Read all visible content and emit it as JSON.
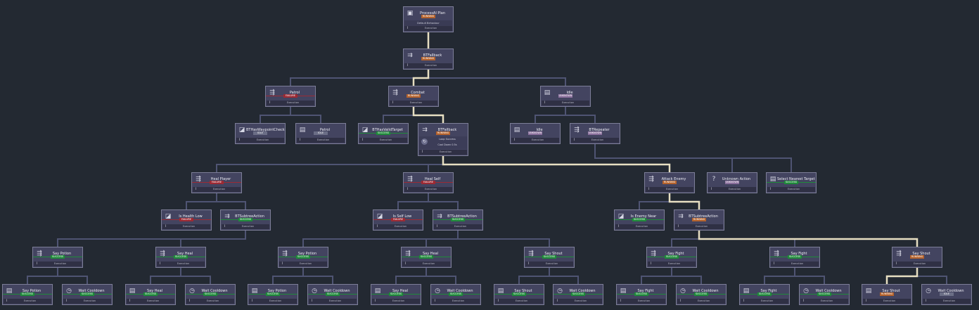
{
  "colors": {
    "background": "#232932",
    "wire": "#4f5473",
    "wire_active": "#e7dfc2",
    "node_fill": "#434460",
    "status_running": "#b4622c",
    "status_failure": "#9c2a34",
    "status_success": "#1f8a3a",
    "status_idle": "#6b6e86",
    "status_unknown": "#8a6f9c"
  },
  "root": {
    "title": "ProcessAI Plan",
    "status": "RUNNING",
    "line1": "Default Behaviour",
    "footer": "Execution"
  },
  "nodes": [
    {
      "key": "fallback_main",
      "icon": "fallback-icon",
      "title": "BTFallback",
      "status": "RUNNING",
      "state": "running",
      "footer": "Execution"
    },
    {
      "key": "patrol",
      "icon": "sequence-icon",
      "title": "Patrol",
      "status": "FAILURE",
      "state": "failure",
      "footer": "Execution"
    },
    {
      "key": "combat",
      "icon": "sequence-icon",
      "title": "Combat",
      "status": "RUNNING",
      "state": "running",
      "footer": "Execution"
    },
    {
      "key": "idle_branch",
      "icon": "action-icon",
      "title": "Idle",
      "status": "UNKNOWN",
      "state": "unknown",
      "footer": "Execution"
    },
    {
      "key": "has_waypoint",
      "icon": "condition-icon",
      "title": "BTHasWaypointCheck",
      "status": "IDLE",
      "state": "idle",
      "footer": "Execution"
    },
    {
      "key": "patrol_do",
      "icon": "action-icon",
      "title": "Patrol",
      "status": "IDLE",
      "state": "idle",
      "footer": "Execution"
    },
    {
      "key": "has_target",
      "icon": "condition-icon",
      "title": "BTHasValidTarget",
      "status": "SUCCESS",
      "state": "success",
      "footer": "Execution"
    },
    {
      "key": "fallback_combat",
      "icon": "fallback-icon",
      "title": "BTFallback",
      "status": "RUNNING",
      "state": "running",
      "footer": "Execution",
      "sub1": "Loop Success",
      "sub2": "Cool Down 0.5s"
    },
    {
      "key": "idle",
      "icon": "action-icon",
      "title": "Idle",
      "status": "UNKNOWN",
      "state": "unknown",
      "footer": "Execution"
    },
    {
      "key": "repeater",
      "icon": "sequence-icon",
      "title": "BTRepeater",
      "status": "UNKNOWN",
      "state": "unknown",
      "footer": "Execution"
    },
    {
      "key": "heal_player",
      "icon": "sequence-icon",
      "title": "Heal Player",
      "status": "FAILURE",
      "state": "failure",
      "footer": "Execution"
    },
    {
      "key": "heal_self",
      "icon": "sequence-icon",
      "title": "Heal Self",
      "status": "FAILURE",
      "state": "failure",
      "footer": "Execution"
    },
    {
      "key": "attack_enemy",
      "icon": "sequence-icon",
      "title": "Attack Enemy",
      "status": "RUNNING",
      "state": "running",
      "footer": "Execution"
    },
    {
      "key": "unknown_action",
      "icon": "question-icon",
      "title": "Unknown Action",
      "status": "UNKNOWN",
      "state": "unknown",
      "footer": "Execution"
    },
    {
      "key": "select_target",
      "icon": "action-icon",
      "title": "Select Nearest Target",
      "status": "SUCCESS",
      "state": "success",
      "footer": "Execution"
    },
    {
      "key": "is_health_low",
      "icon": "condition-icon",
      "title": "Is Health Low",
      "status": "FAILURE",
      "state": "failure",
      "footer": "Execution"
    },
    {
      "key": "sa_1",
      "icon": "fallback-icon",
      "title": "BTSubtreeAction",
      "status": "SUCCESS",
      "state": "success",
      "footer": "Execution"
    },
    {
      "key": "is_self_low",
      "icon": "condition-icon",
      "title": "Is Self Low",
      "status": "FAILURE",
      "state": "failure",
      "footer": "Execution"
    },
    {
      "key": "sa_2",
      "icon": "fallback-icon",
      "title": "BTSubtreeAction",
      "status": "SUCCESS",
      "state": "success",
      "footer": "Execution"
    },
    {
      "key": "is_enemy_near",
      "icon": "condition-icon",
      "title": "Is Enemy Near",
      "status": "SUCCESS",
      "state": "success",
      "footer": "Execution"
    },
    {
      "key": "sa_3",
      "icon": "fallback-icon",
      "title": "BTSubtreeAction",
      "status": "RUNNING",
      "state": "running",
      "footer": "Execution"
    },
    {
      "key": "s1a",
      "icon": "sequence-icon",
      "title": "Say Potion",
      "status": "SUCCESS",
      "state": "success",
      "footer": "Execution"
    },
    {
      "key": "s1b",
      "icon": "sequence-icon",
      "title": "Say Heal",
      "status": "SUCCESS",
      "state": "success",
      "footer": "Execution"
    },
    {
      "key": "s2a",
      "icon": "sequence-icon",
      "title": "Say Potion",
      "status": "SUCCESS",
      "state": "success",
      "footer": "Execution"
    },
    {
      "key": "s2b",
      "icon": "sequence-icon",
      "title": "Say Heal",
      "status": "SUCCESS",
      "state": "success",
      "footer": "Execution"
    },
    {
      "key": "s2c",
      "icon": "sequence-icon",
      "title": "Say Shout",
      "status": "SUCCESS",
      "state": "success",
      "footer": "Execution"
    },
    {
      "key": "s3a",
      "icon": "sequence-icon",
      "title": "Say Fight",
      "status": "SUCCESS",
      "state": "success",
      "footer": "Execution"
    },
    {
      "key": "s3b",
      "icon": "sequence-icon",
      "title": "Say Fight",
      "status": "SUCCESS",
      "state": "success",
      "footer": "Execution"
    },
    {
      "key": "s3c",
      "icon": "sequence-icon",
      "title": "Say Shout",
      "status": "RUNNING",
      "state": "running",
      "footer": "Execution"
    },
    {
      "key": "l1",
      "icon": "action-icon",
      "title": "Say Potion",
      "status": "SUCCESS",
      "state": "success",
      "footer": "Execution"
    },
    {
      "key": "l2",
      "icon": "wait-icon",
      "title": "Wait Cooldown",
      "status": "SUCCESS",
      "state": "success",
      "footer": "Execution"
    },
    {
      "key": "l3",
      "icon": "action-icon",
      "title": "Say Heal",
      "status": "SUCCESS",
      "state": "success",
      "footer": "Execution"
    },
    {
      "key": "l4",
      "icon": "wait-icon",
      "title": "Wait Cooldown",
      "status": "SUCCESS",
      "state": "success",
      "footer": "Execution"
    },
    {
      "key": "l5",
      "icon": "action-icon",
      "title": "Say Potion",
      "status": "SUCCESS",
      "state": "success",
      "footer": "Execution"
    },
    {
      "key": "l6",
      "icon": "wait-icon",
      "title": "Wait Cooldown",
      "status": "SUCCESS",
      "state": "success",
      "footer": "Execution"
    },
    {
      "key": "l7",
      "icon": "action-icon",
      "title": "Say Heal",
      "status": "SUCCESS",
      "state": "success",
      "footer": "Execution"
    },
    {
      "key": "l8",
      "icon": "wait-icon",
      "title": "Wait Cooldown",
      "status": "SUCCESS",
      "state": "success",
      "footer": "Execution"
    },
    {
      "key": "l9",
      "icon": "action-icon",
      "title": "Say Shout",
      "status": "SUCCESS",
      "state": "success",
      "footer": "Execution"
    },
    {
      "key": "l10",
      "icon": "wait-icon",
      "title": "Wait Cooldown",
      "status": "SUCCESS",
      "state": "success",
      "footer": "Execution"
    },
    {
      "key": "l11",
      "icon": "action-icon",
      "title": "Say Fight",
      "status": "SUCCESS",
      "state": "success",
      "footer": "Execution"
    },
    {
      "key": "l12",
      "icon": "wait-icon",
      "title": "Wait Cooldown",
      "status": "SUCCESS",
      "state": "success",
      "footer": "Execution"
    },
    {
      "key": "l13",
      "icon": "action-icon",
      "title": "Say Fight",
      "status": "SUCCESS",
      "state": "success",
      "footer": "Execution"
    },
    {
      "key": "l14",
      "icon": "wait-icon",
      "title": "Wait Cooldown",
      "status": "SUCCESS",
      "state": "success",
      "footer": "Execution"
    },
    {
      "key": "l15",
      "icon": "action-icon",
      "title": "Say Shout",
      "status": "RUNNING",
      "state": "running",
      "footer": "Execution"
    },
    {
      "key": "l16",
      "icon": "wait-icon",
      "title": "Wait Cooldown",
      "status": "IDLE",
      "state": "idle",
      "footer": "Execution"
    }
  ]
}
